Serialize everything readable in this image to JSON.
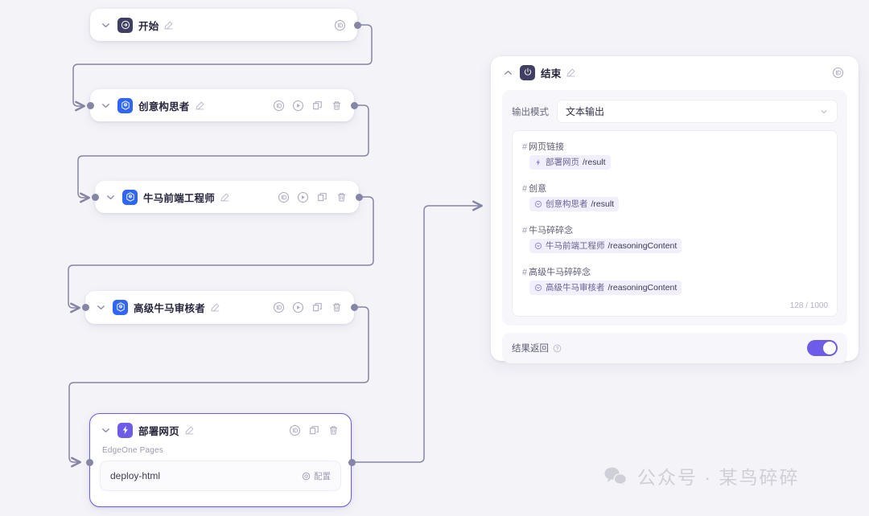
{
  "canvas": {
    "background": "#f3f3f8",
    "edge_color": "#8585a6"
  },
  "nodes": [
    {
      "id": "start",
      "title": "开始",
      "icon": "start-arrow-icon",
      "icon_style": "navy",
      "tools": [
        "id-badge-icon",
        "duplicate-icon"
      ],
      "tools_shown": [
        "id-badge-icon"
      ]
    },
    {
      "id": "ideator",
      "title": "创意构思者",
      "icon": "agent-hex-icon",
      "icon_style": "blue",
      "tools_shown": [
        "id-badge-icon",
        "run-icon",
        "duplicate-icon",
        "delete-icon"
      ]
    },
    {
      "id": "frontend",
      "title": "牛马前端工程师",
      "icon": "agent-hex-icon",
      "icon_style": "blue",
      "tools_shown": [
        "id-badge-icon",
        "run-icon",
        "duplicate-icon",
        "delete-icon"
      ]
    },
    {
      "id": "reviewer",
      "title": "高级牛马审核者",
      "icon": "agent-hex-icon",
      "icon_style": "blue",
      "tools_shown": [
        "id-badge-icon",
        "run-icon",
        "duplicate-icon",
        "delete-icon"
      ]
    },
    {
      "id": "deploy",
      "title": "部署网页",
      "icon": "lightning-icon",
      "icon_style": "purple",
      "selected": true,
      "tools_shown": [
        "id-badge-icon",
        "duplicate-icon",
        "delete-icon"
      ],
      "body": {
        "plugin_label": "EdgeOne Pages",
        "field_value": "deploy-html",
        "config_label": "配置"
      }
    }
  ],
  "end_panel": {
    "title": "结束",
    "icon": "power-icon",
    "collapse_icon": "chevron-up-icon",
    "edit_icon": "pencil-icon",
    "id_icon": "id-badge-icon",
    "mode_label": "输出模式",
    "mode_value": "文本输出",
    "variables": [
      {
        "name": "网页链接",
        "chip_icon": "plugin-icon",
        "chip_node": "部署网页",
        "chip_field": "/result"
      },
      {
        "name": "创意",
        "chip_icon": "agent-icon",
        "chip_node": "创意构思者",
        "chip_field": "/result"
      },
      {
        "name": "牛马碎碎念",
        "chip_icon": "agent-icon",
        "chip_node": "牛马前端工程师",
        "chip_field": "/reasoningContent"
      },
      {
        "name": "高级牛马碎碎念",
        "chip_icon": "agent-icon",
        "chip_node": "高级牛马审核者",
        "chip_field": "/reasoningContent"
      }
    ],
    "counter": "128 / 1000",
    "footer_label": "结果返回",
    "footer_help_icon": "question-icon",
    "toggle_on": true,
    "accent": "#6c5ce7"
  },
  "watermark": {
    "icon": "wechat-icon",
    "text": "公众号 · 某鸟碎碎"
  }
}
